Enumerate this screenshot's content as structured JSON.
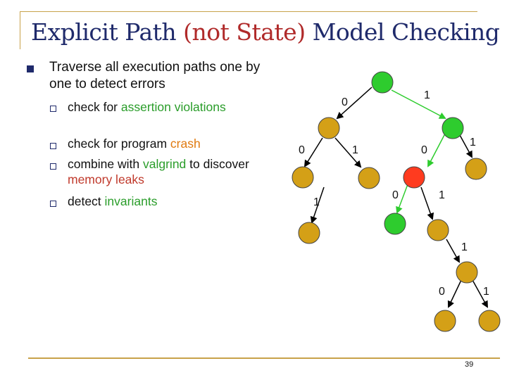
{
  "title": {
    "main": "Explicit Path ",
    "highlight": "(not State)",
    "tail": " Model Checking"
  },
  "bullet": "Traverse all execution paths one by one to detect errors",
  "sub_items": [
    {
      "plain": "check for ",
      "accent": "assertion violations"
    },
    {
      "plain": "check for program ",
      "accent": "crash"
    },
    {
      "p1": "combine with ",
      "a1": "valgrind",
      "p2": " to discover ",
      "a2": "memory leaks"
    },
    {
      "plain": "detect ",
      "accent": "invariants"
    }
  ],
  "colors": {
    "title": "#1f2a6b",
    "title_highlight": "#b02a2a",
    "green": "#2a9d2a",
    "orange": "#e07a10",
    "red": "#c0392b",
    "node_gold": "#d4a017",
    "node_green": "#2ecc2e",
    "node_red": "#ff3b1f"
  },
  "tree": {
    "edge_labels": [
      "0",
      "1",
      "0",
      "1",
      "0",
      "1",
      "1",
      "0",
      "1",
      "1",
      "0",
      "1"
    ]
  },
  "page_number": "39"
}
